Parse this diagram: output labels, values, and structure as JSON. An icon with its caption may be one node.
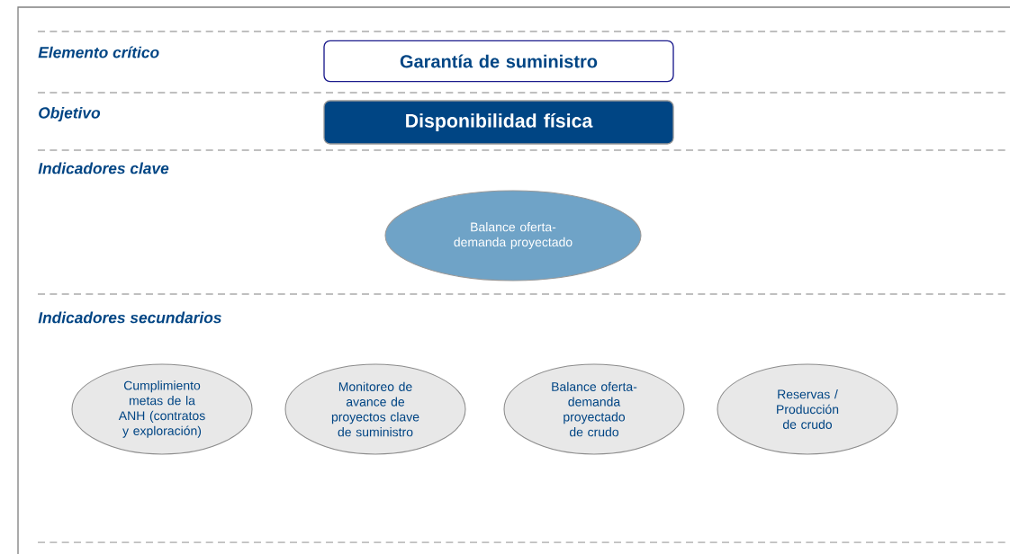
{
  "diagram": {
    "nodes": [
      {
        "text": [
          "Garantía de suministro"
        ]
      },
      {
        "text": [
          "Disponibilidad física"
        ]
      },
      {
        "text": [
          "Balance oferta-demanda proyectado"
        ]
      },
      {
        "text": [
          "Cumplimiento metas de la ANH (contratos y exploración)"
        ]
      },
      {
        "text": [
          "Monitoreo de avance de proyectos clave de suministro"
        ]
      },
      {
        "text": [
          "Balance oferta-demanda proyectado de crudo"
        ]
      },
      {
        "text": [
          "Reservas / Producción de crudo"
        ]
      }
    ],
    "labels": [
      "Elemento crítico",
      "Objetivo",
      "Indicadores clave",
      "Indicadores secundarios"
    ]
  }
}
